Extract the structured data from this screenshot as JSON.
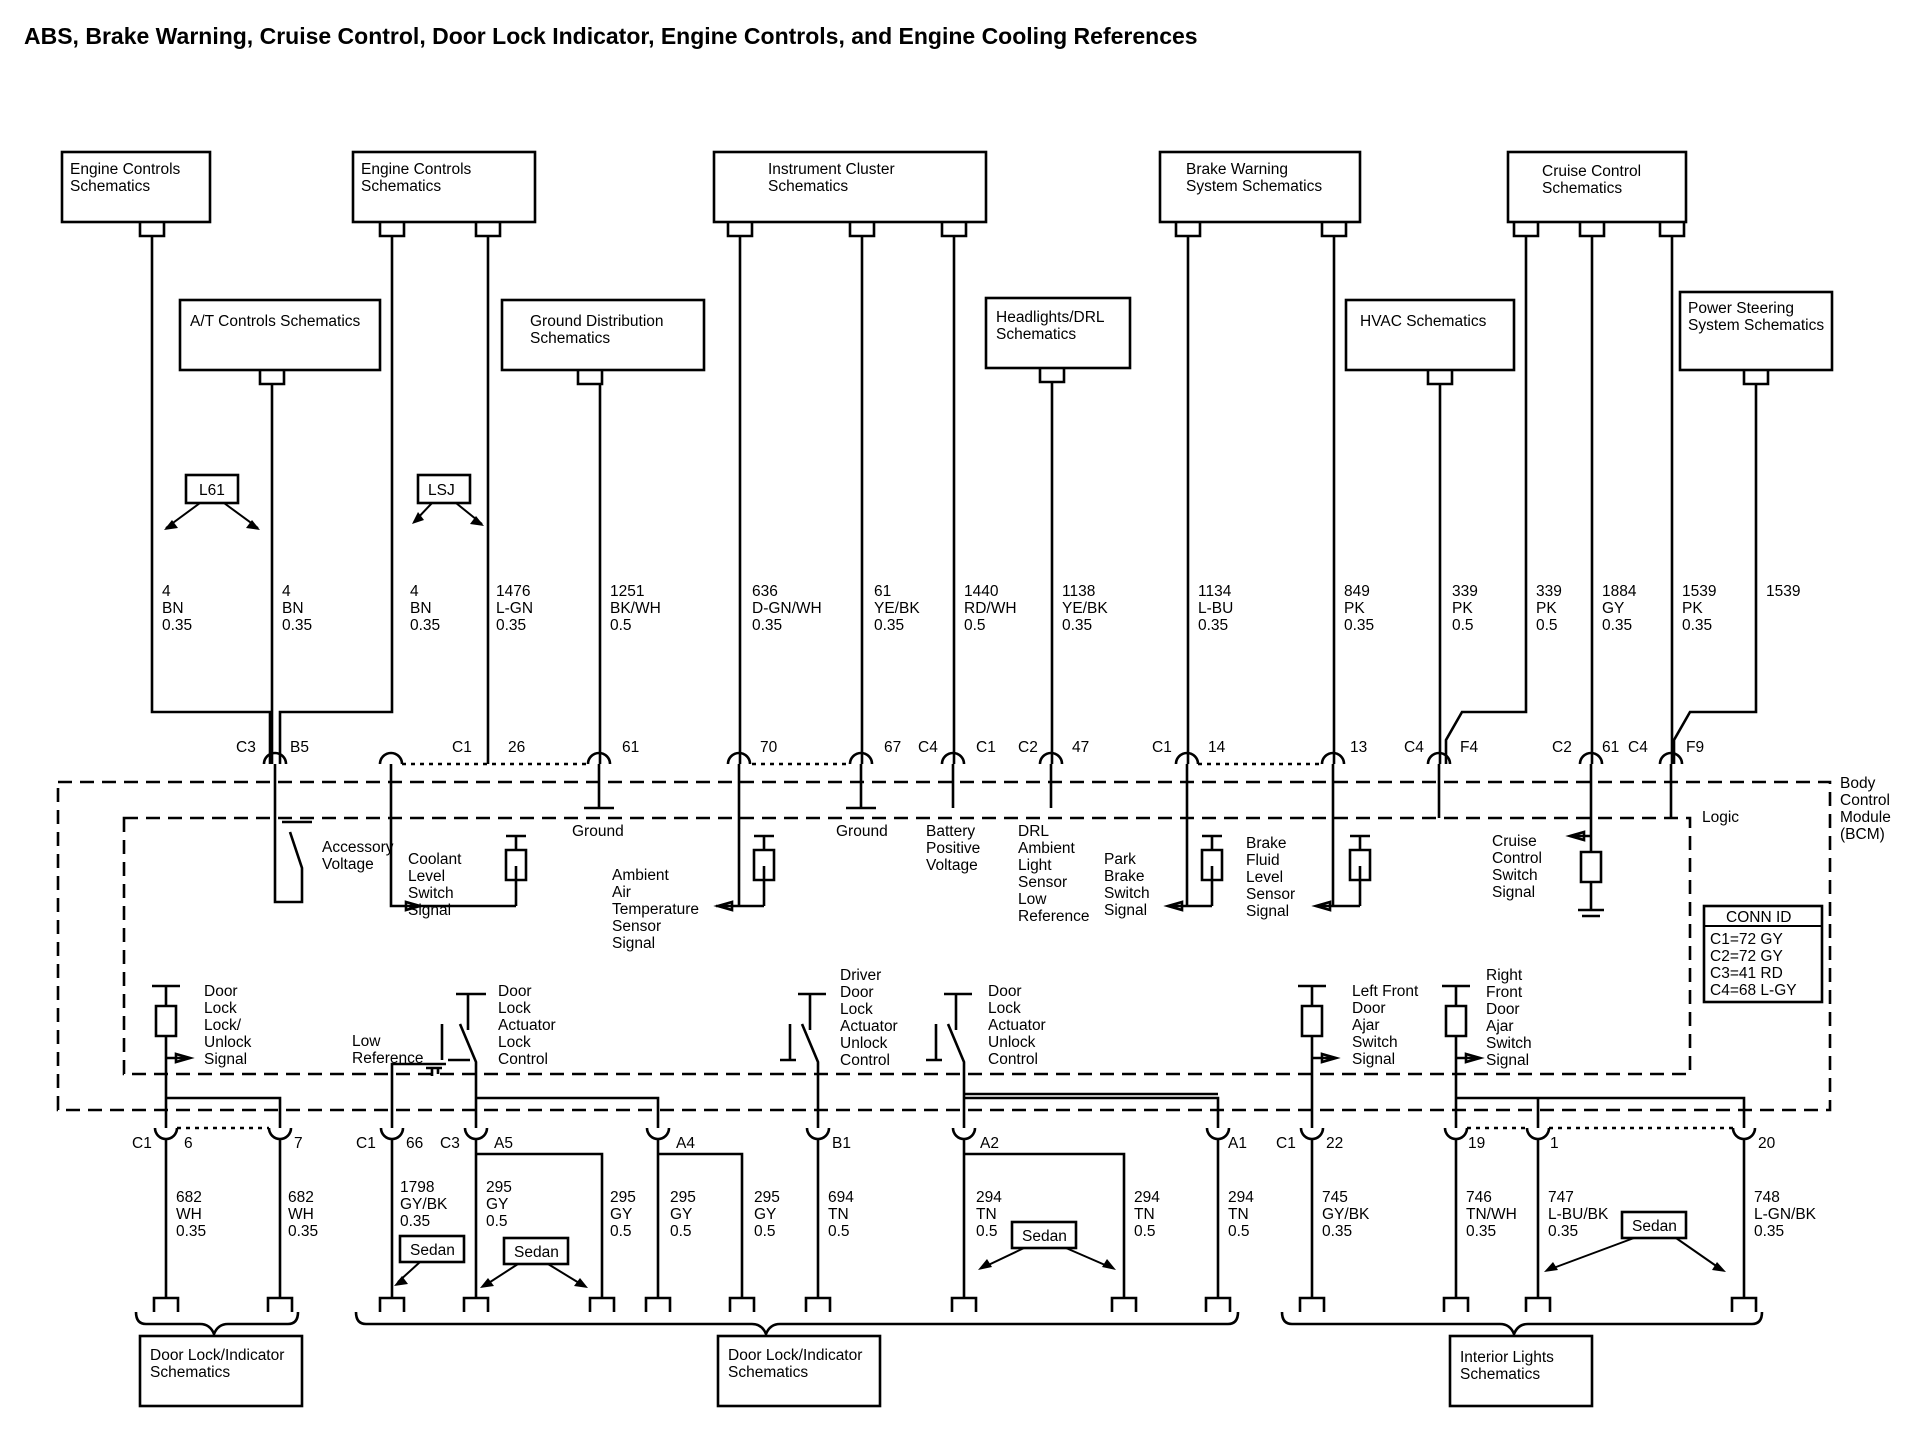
{
  "title": "ABS, Brake Warning, Cruise Control, Door Lock Indicator, Engine Controls, and Engine Cooling References",
  "reference_boxes": [
    {
      "id": "engine-controls-1",
      "lines": [
        "Engine Controls",
        "Schematics"
      ]
    },
    {
      "id": "engine-controls-2",
      "lines": [
        "Engine Controls",
        "Schematics"
      ]
    },
    {
      "id": "instrument-cluster",
      "lines": [
        "Instrument Cluster",
        "Schematics"
      ]
    },
    {
      "id": "brake-warning",
      "lines": [
        "Brake Warning",
        "System Schematics"
      ]
    },
    {
      "id": "cruise-control",
      "lines": [
        "Cruise Control",
        "Schematics"
      ]
    },
    {
      "id": "at-controls",
      "lines": [
        "A/T Controls Schematics"
      ]
    },
    {
      "id": "ground-distribution",
      "lines": [
        "Ground Distribution",
        "Schematics"
      ]
    },
    {
      "id": "headlights-drl",
      "lines": [
        "Headlights/DRL",
        "Schematics"
      ]
    },
    {
      "id": "hvac",
      "lines": [
        "HVAC Schematics"
      ]
    },
    {
      "id": "power-steering",
      "lines": [
        "Power Steering",
        "System Schematics"
      ]
    },
    {
      "id": "door-lock-indicator-1",
      "lines": [
        "Door Lock/Indicator",
        "Schematics"
      ]
    },
    {
      "id": "door-lock-indicator-2",
      "lines": [
        "Door Lock/Indicator",
        "Schematics"
      ]
    },
    {
      "id": "interior-lights",
      "lines": [
        "Interior Lights",
        "Schematics"
      ]
    }
  ],
  "option_tags": [
    "L61",
    "LSJ",
    "Sedan",
    "Sedan",
    "Sedan",
    "Sedan"
  ],
  "top_wires": [
    {
      "circuit": "4",
      "color": "BN",
      "gauge": "0.35"
    },
    {
      "circuit": "4",
      "color": "BN",
      "gauge": "0.35"
    },
    {
      "circuit": "4",
      "color": "BN",
      "gauge": "0.35"
    },
    {
      "circuit": "1476",
      "color": "L-GN",
      "gauge": "0.35"
    },
    {
      "circuit": "1251",
      "color": "BK/WH",
      "gauge": "0.5"
    },
    {
      "circuit": "636",
      "color": "D-GN/WH",
      "gauge": "0.35"
    },
    {
      "circuit": "61",
      "color": "YE/BK",
      "gauge": "0.35"
    },
    {
      "circuit": "1440",
      "color": "RD/WH",
      "gauge": "0.5"
    },
    {
      "circuit": "1138",
      "color": "YE/BK",
      "gauge": "0.35"
    },
    {
      "circuit": "1134",
      "color": "L-BU",
      "gauge": "0.35"
    },
    {
      "circuit": "849",
      "color": "PK",
      "gauge": "0.35"
    },
    {
      "circuit": "339",
      "color": "PK",
      "gauge": "0.5"
    },
    {
      "circuit": "339",
      "color": "PK",
      "gauge": "0.5"
    },
    {
      "circuit": "1884",
      "color": "GY",
      "gauge": "0.35"
    },
    {
      "circuit": "1539",
      "color": "PK",
      "gauge": "0.35"
    },
    {
      "circuit": "1539",
      "color": "",
      "gauge": ""
    }
  ],
  "bottom_wires": [
    {
      "circuit": "682",
      "color": "WH",
      "gauge": "0.35"
    },
    {
      "circuit": "682",
      "color": "WH",
      "gauge": "0.35"
    },
    {
      "circuit": "1798",
      "color": "GY/BK",
      "gauge": "0.35"
    },
    {
      "circuit": "295",
      "color": "GY",
      "gauge": "0.5"
    },
    {
      "circuit": "295",
      "color": "GY",
      "gauge": "0.5"
    },
    {
      "circuit": "295",
      "color": "GY",
      "gauge": "0.5"
    },
    {
      "circuit": "295",
      "color": "GY",
      "gauge": "0.5"
    },
    {
      "circuit": "694",
      "color": "TN",
      "gauge": "0.5"
    },
    {
      "circuit": "294",
      "color": "TN",
      "gauge": "0.5"
    },
    {
      "circuit": "294",
      "color": "TN",
      "gauge": "0.5"
    },
    {
      "circuit": "294",
      "color": "TN",
      "gauge": "0.5"
    },
    {
      "circuit": "745",
      "color": "GY/BK",
      "gauge": "0.35"
    },
    {
      "circuit": "746",
      "color": "TN/WH",
      "gauge": "0.35"
    },
    {
      "circuit": "747",
      "color": "L-BU/BK",
      "gauge": "0.35"
    },
    {
      "circuit": "748",
      "color": "L-GN/BK",
      "gauge": "0.35"
    }
  ],
  "pin_labels": [
    "C3",
    "B5",
    "C1",
    "26",
    "61",
    "70",
    "67",
    "C4",
    "C1",
    "C2",
    "47",
    "C1",
    "14",
    "13",
    "C4",
    "F4",
    "C2",
    "61",
    "C4",
    "F9",
    "C1",
    "6",
    "7",
    "C1",
    "66",
    "C3",
    "A5",
    "A4",
    "B1",
    "A2",
    "A1",
    "C1",
    "22",
    "19",
    "1",
    "20"
  ],
  "module": {
    "name": [
      "Body",
      "Control",
      "Module",
      "(BCM)"
    ],
    "logic": "Logic"
  },
  "conn_id": {
    "title": "CONN ID",
    "rows": [
      "C1=72 GY",
      "C2=72 GY",
      "C3=41 RD",
      "C4=68 L-GY"
    ]
  },
  "signals": [
    {
      "id": "accessory-voltage",
      "lines": [
        "Accessory",
        "Voltage"
      ]
    },
    {
      "id": "coolant-level",
      "lines": [
        "Coolant",
        "Level",
        "Switch",
        "Signal"
      ]
    },
    {
      "id": "ground-1",
      "lines": [
        "Ground"
      ]
    },
    {
      "id": "ambient-air",
      "lines": [
        "Ambient",
        "Air",
        "Temperature",
        "Sensor",
        "Signal"
      ]
    },
    {
      "id": "ground-2",
      "lines": [
        "Ground"
      ]
    },
    {
      "id": "battery-positive",
      "lines": [
        "Battery",
        "Positive",
        "Voltage"
      ]
    },
    {
      "id": "drl-ambient",
      "lines": [
        "DRL",
        "Ambient",
        "Light",
        "Sensor",
        "Low",
        "Reference"
      ]
    },
    {
      "id": "park-brake",
      "lines": [
        "Park",
        "Brake",
        "Switch",
        "Signal"
      ]
    },
    {
      "id": "brake-fluid",
      "lines": [
        "Brake",
        "Fluid",
        "Level",
        "Sensor",
        "Signal"
      ]
    },
    {
      "id": "cruise-control-switch",
      "lines": [
        "Cruise",
        "Control",
        "Switch",
        "Signal"
      ]
    },
    {
      "id": "door-lock-unlock",
      "lines": [
        "Door",
        "Lock",
        "Lock/",
        "Unlock",
        "Signal"
      ]
    },
    {
      "id": "low-reference",
      "lines": [
        "Low",
        "Reference"
      ]
    },
    {
      "id": "door-lock-actuator-lock",
      "lines": [
        "Door",
        "Lock",
        "Actuator",
        "Lock",
        "Control"
      ]
    },
    {
      "id": "driver-door-unlock",
      "lines": [
        "Driver",
        "Door",
        "Lock",
        "Actuator",
        "Unlock",
        "Control"
      ]
    },
    {
      "id": "door-lock-actuator-unlock",
      "lines": [
        "Door",
        "Lock",
        "Actuator",
        "Unlock",
        "Control"
      ]
    },
    {
      "id": "left-front-ajar",
      "lines": [
        "Left Front",
        "Door",
        "Ajar",
        "Switch",
        "Signal"
      ]
    },
    {
      "id": "right-front-ajar",
      "lines": [
        "Right",
        "Front",
        "Door",
        "Ajar",
        "Switch",
        "Signal"
      ]
    }
  ]
}
